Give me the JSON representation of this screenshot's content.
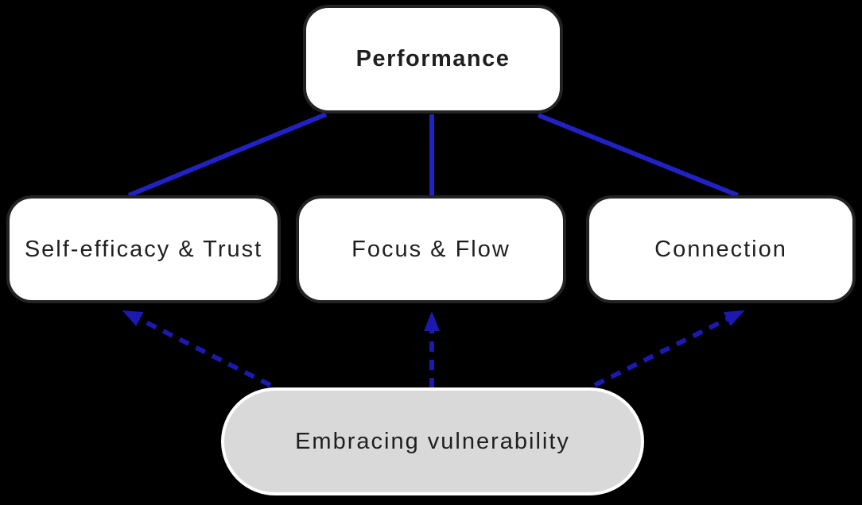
{
  "nodes": {
    "performance": {
      "label": "Performance"
    },
    "self_efficacy_trust": {
      "label": "Self-efficacy & Trust"
    },
    "focus_flow": {
      "label": "Focus & Flow"
    },
    "connection": {
      "label": "Connection"
    },
    "embracing_vulnerability": {
      "label": "Embracing vulnerability"
    }
  },
  "edges": [
    {
      "from": "self_efficacy_trust",
      "to": "performance",
      "style": "solid",
      "arrow": false
    },
    {
      "from": "focus_flow",
      "to": "performance",
      "style": "solid",
      "arrow": false
    },
    {
      "from": "connection",
      "to": "performance",
      "style": "solid",
      "arrow": false
    },
    {
      "from": "embracing_vulnerability",
      "to": "self_efficacy_trust",
      "style": "dashed",
      "arrow": true
    },
    {
      "from": "embracing_vulnerability",
      "to": "focus_flow",
      "style": "dashed",
      "arrow": true
    },
    {
      "from": "embracing_vulnerability",
      "to": "connection",
      "style": "dashed",
      "arrow": true
    }
  ],
  "colors": {
    "background": "#000000",
    "node_fill": "#ffffff",
    "node_border": "#232323",
    "pill_fill": "#d9d9d9",
    "pill_border": "#ffffff",
    "solid_edge": "#2121c4",
    "dashed_edge": "#1b19b0",
    "text": "#1f1f1f"
  }
}
